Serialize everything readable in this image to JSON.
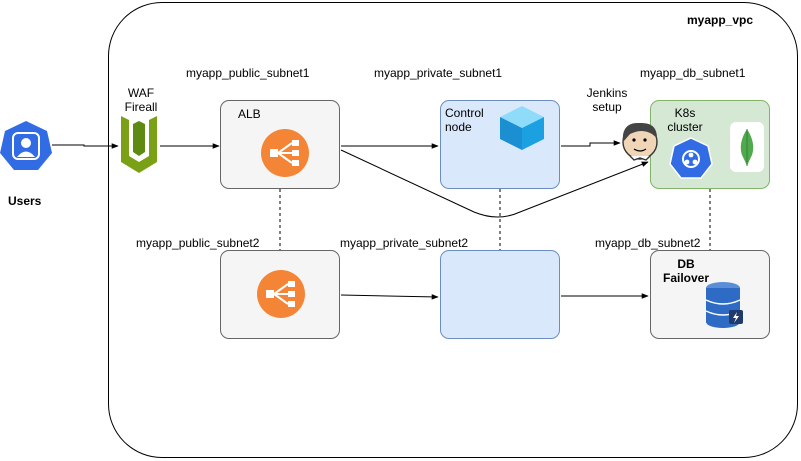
{
  "vpc": {
    "title": "myapp_vpc"
  },
  "users": {
    "label": "Users",
    "icon": "user-group-icon",
    "color": "#326ce5"
  },
  "waf": {
    "label_line1": "WAF",
    "label_line2": "Fireall",
    "icon": "waf-shield-icon",
    "color": "#7aa116"
  },
  "subnets": {
    "public1": "myapp_public_subnet1",
    "private1": "myapp_private_subnet1",
    "db1": "myapp_db_subnet1",
    "public2": "myapp_public_subnet2",
    "private2": "myapp_private_subnet2",
    "db2": "myapp_db_subnet2"
  },
  "nodes": {
    "alb1": {
      "label": "ALB",
      "icon": "load-balancer-icon",
      "color": "#f58536"
    },
    "alb2": {
      "label": "",
      "icon": "load-balancer-icon",
      "color": "#f58536"
    },
    "control": {
      "label_line1": "Control",
      "label_line2": "node",
      "icon": "cube-icon",
      "color": "#1ba1e2"
    },
    "private2": {
      "label": ""
    },
    "jenkins": {
      "label_line1": "Jenkins",
      "label_line2": "setup",
      "icon": "jenkins-icon"
    },
    "k8s": {
      "label_line1": "K8s",
      "label_line2": "cluster",
      "icon": "kubernetes-icon",
      "color": "#326ce5",
      "side_icon": "mongodb-leaf-icon"
    },
    "db": {
      "label_line1": "DB",
      "label_line2": "Failover",
      "icon": "database-icon",
      "color": "#2d6bc4"
    }
  },
  "colors": {
    "box_gray": "#f5f5f5",
    "box_blue": "#dae8fc",
    "box_green": "#d5e8d4",
    "line": "#000000"
  }
}
